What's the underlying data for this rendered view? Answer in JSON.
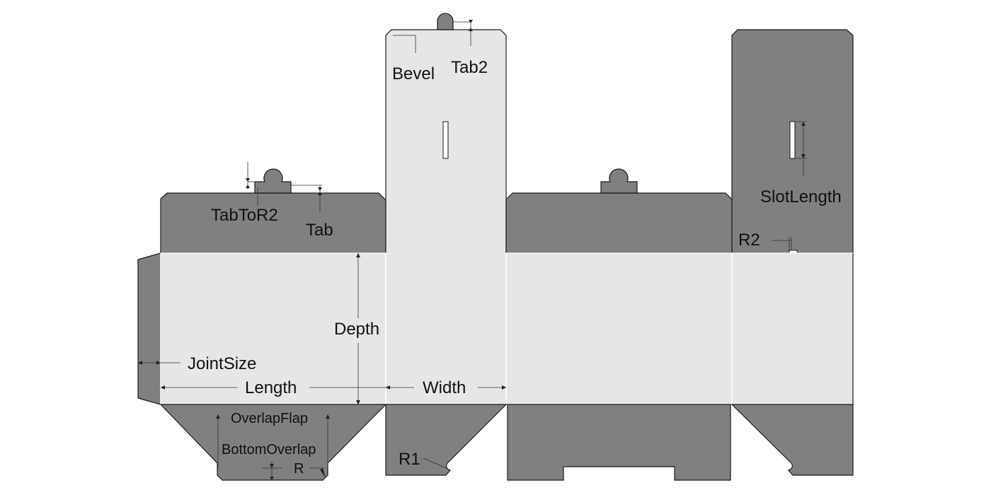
{
  "diagram": {
    "labels": {
      "bevel": "Bevel",
      "tab2": "Tab2",
      "tab_to_r2": "TabToR2",
      "tab": "Tab",
      "slot_length": "SlotLength",
      "r2": "R2",
      "depth": "Depth",
      "joint_size": "JointSize",
      "length": "Length",
      "width": "Width",
      "overlap_flap": "OverlapFlap",
      "bottom_overlap": "BottomOverlap",
      "r": "R",
      "r1": "R1"
    },
    "colors": {
      "light_panel": "#e6e6e6",
      "dark_panel": "#808080",
      "outline": "#1a1a1a",
      "fold_line": "#ffffff"
    }
  }
}
